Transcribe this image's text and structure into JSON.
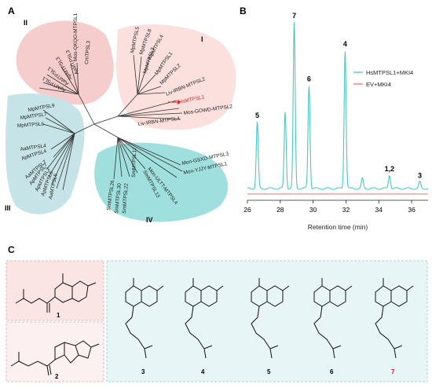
{
  "panels": {
    "a": "A",
    "b": "B",
    "c": "C"
  },
  "tree": {
    "clades": {
      "I": "I",
      "II": "II",
      "III": "III",
      "IV": "IV"
    },
    "leaves": {
      "mp5": "MpMTPSL5",
      "mp8": "MpMTPSL8",
      "mp4": "MpMTPSL4",
      "mp3": "MpMTPSL3",
      "mp1": "MpMTPSL1",
      "mp2": "MpMTPSL2",
      "liv2": "Liv-IRBN-MTPSL2",
      "hs1": "HsMTPSL1",
      "mos2": "Mos-GOWD-MTPSL2",
      "liv4": "Liv-IRBN-MTPSL4",
      "mosq1": "Mos-QKQO-MTPSL1",
      "cm3": "CmTPSL3",
      "aa3": "AaMTPSL3",
      "ap3": "ApMTPSL3",
      "aa1": "AaMTPSL1",
      "ap1": "ApMTPSL1",
      "mp9": "MpMTPSL9",
      "mp7": "MpMTPSL7",
      "mp6": "MpMTPSL6",
      "aa4": "AaMTPSL4",
      "ap4": "ApMTPSL4",
      "aa7": "AaMTPSL7",
      "ap7": "ApMTPSL7",
      "ap2": "ApMTPSL2",
      "ap6": "ApMTPSL6",
      "aa6": "AaMTPSL6",
      "monsx": "Mon-GSXD-MTPSL3",
      "monyj": "Mon-YJJY-MTPSL1",
      "monul": "Mon-ULTT-MTPSL4",
      "sm13": "SmMTPSL13",
      "sm17": "SmMTPSL17",
      "sm22": "SmMTPSL22",
      "sm30": "SmMTPSL30",
      "sm26": "SmMTPSL26"
    }
  },
  "chart_data": {
    "type": "line",
    "title": "",
    "xlabel": "Retention time (min)",
    "ylabel": "",
    "xlim": [
      26,
      37
    ],
    "x_ticks": [
      "26",
      "28",
      "30",
      "32",
      "34",
      "36"
    ],
    "legend_position": "top-right",
    "series": [
      {
        "name": "HsMTPSL1+MKI4",
        "color": "#4ec6c2",
        "peaks": [
          {
            "x": 26.6,
            "height": 0.4,
            "label": "5"
          },
          {
            "x": 28.3,
            "height": 0.46,
            "label": ""
          },
          {
            "x": 28.85,
            "height": 1.0,
            "label": "7"
          },
          {
            "x": 29.75,
            "height": 0.62,
            "label": "6"
          },
          {
            "x": 31.95,
            "height": 0.83,
            "label": "4"
          },
          {
            "x": 33.0,
            "height": 0.06,
            "label": ""
          },
          {
            "x": 34.65,
            "height": 0.08,
            "label": "1,2"
          },
          {
            "x": 36.5,
            "height": 0.04,
            "label": "3"
          }
        ]
      },
      {
        "name": "EV+MKI4",
        "color": "#e8746b",
        "peaks": []
      }
    ]
  },
  "compounds": {
    "c1": "1",
    "c2": "2",
    "c3": "3",
    "c4": "4",
    "c5": "5",
    "c6": "6",
    "c7": "7"
  },
  "colors": {
    "clade_red": "#f8d4d4",
    "clade_pink": "#fbe2e2",
    "clade_teal": "#c5e5e8",
    "teal_line": "#4ec6c2",
    "red_line": "#e8746b",
    "highlight": "#e02020"
  }
}
